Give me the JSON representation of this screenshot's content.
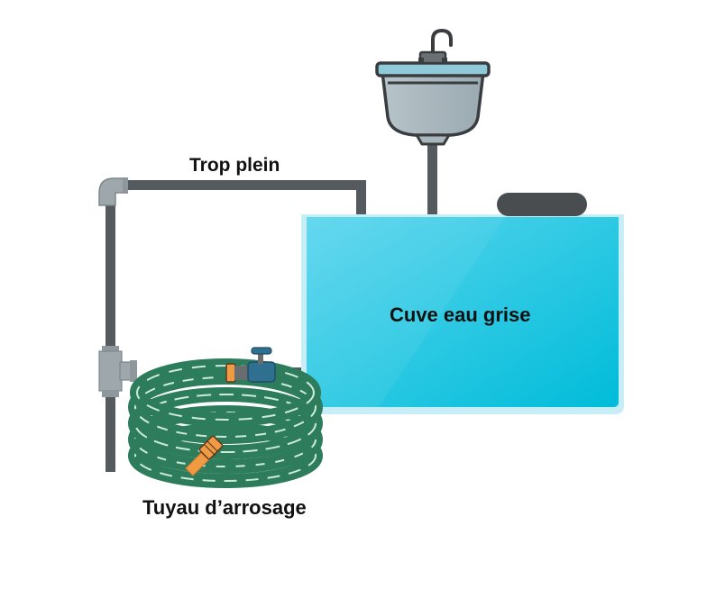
{
  "labels": {
    "overflow": "Trop plein",
    "tank": "Cuve eau grise",
    "hose": "Tuyau d’arrosage"
  },
  "colors": {
    "pipe": "#555a5e",
    "fitting": "#9ea7ac",
    "tank_light": "#5cd6ee",
    "tank_dark": "#00bcd9",
    "tank_rim": "#c7eef6",
    "lid": "#4a4d50",
    "hose_green": "#2d7d5c",
    "hose_light": "#cdeadb",
    "nozzle_orange": "#f19a44",
    "sink_bowl": "#aab9bf",
    "sink_rim": "#90c9d8"
  },
  "icons": {
    "sink": "sink-icon",
    "faucet": "faucet-icon",
    "hose": "garden-hose-icon",
    "valve": "valve-icon",
    "nozzle": "nozzle-icon",
    "tee": "pipe-tee-icon",
    "elbow": "pipe-elbow-icon"
  }
}
